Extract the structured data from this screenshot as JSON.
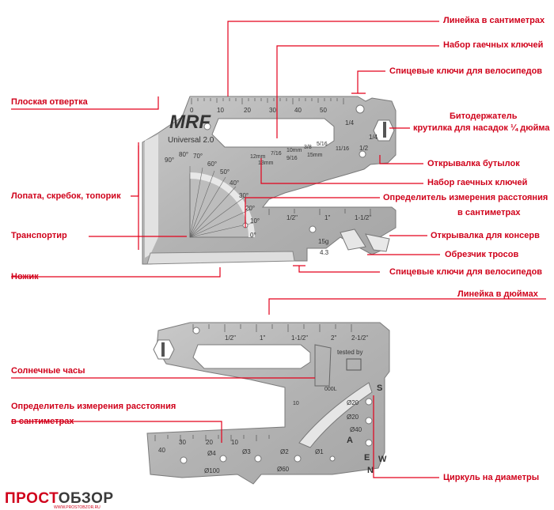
{
  "labels_top": {
    "ruler_cm": "Линейка в сантиметрах",
    "wrench_set": "Набор гаечных ключей",
    "spoke_keys_top": "Спицевые ключи для велосипедов",
    "flat_screwdriver": "Плоская отвертка",
    "bit_holder_1": "Битодержатель",
    "bit_holder_2": "крутилка для насадок ¼ дюйма",
    "bottle_opener": "Открывалка бутылок",
    "wrench_set_2": "Набор гаечных ключей",
    "distance_1": "Определитель измерения расстояния",
    "distance_2": "в сантиметрах",
    "shovel": "Лопата, скребок, топорик",
    "protractor": "Транспортир",
    "can_opener": "Открывалка для консерв",
    "cable_cutter": "Обрезчик тросов",
    "knife": "Ножик",
    "spoke_keys_bottom": "Спицевые ключи для велосипедов"
  },
  "labels_bottom": {
    "ruler_inch": "Линейка в дюймах",
    "sundial": "Солнечные часы",
    "distance_1": "Определитель измерения расстояния",
    "distance_2": "в сантиметрах",
    "compass": "Циркуль на диаметры"
  },
  "engravings_top": {
    "logo": "MRF",
    "model": "Universal 2.0",
    "cm_ticks": [
      "0",
      "10",
      "20",
      "30",
      "40",
      "50"
    ],
    "wrench_mm": [
      "12mm",
      "7/16",
      "10mm",
      "3/8",
      "5/16",
      "11/16",
      "13mm",
      "9/16",
      "15mm"
    ],
    "hex_marks": [
      "1/4",
      "1/4",
      "1/2"
    ],
    "angles": [
      "90°",
      "80°",
      "70°",
      "60°",
      "50°",
      "40°",
      "30°",
      "20°",
      "10°",
      "0°"
    ],
    "inch_marks": [
      "1/2\"",
      "1\"",
      "1-1/2\""
    ],
    "spoke": [
      "15g",
      "4.3"
    ],
    "zero": "0"
  },
  "engravings_bottom": {
    "inch_ticks": [
      "1/2\"",
      "1\"",
      "1-1/2\"",
      "2\"",
      "2-1/2\""
    ],
    "tested_by": "tested by",
    "cm_ticks": [
      "40",
      "30",
      "20",
      "10"
    ],
    "diam_small": [
      "Ø4",
      "Ø3",
      "Ø2",
      "Ø1"
    ],
    "diam_big": [
      "Ø100",
      "Ø60"
    ],
    "compass_marks": [
      "Ø20",
      "Ø20",
      "Ø40"
    ],
    "dirs": [
      "S",
      "E",
      "W",
      "N",
      "A"
    ],
    "misc": [
      "000L",
      "10"
    ]
  },
  "brand": {
    "part1": "ПРОСТ",
    "part2": "ОБЗОР",
    "url": "WWW.PROSTOBZOR.RU"
  }
}
